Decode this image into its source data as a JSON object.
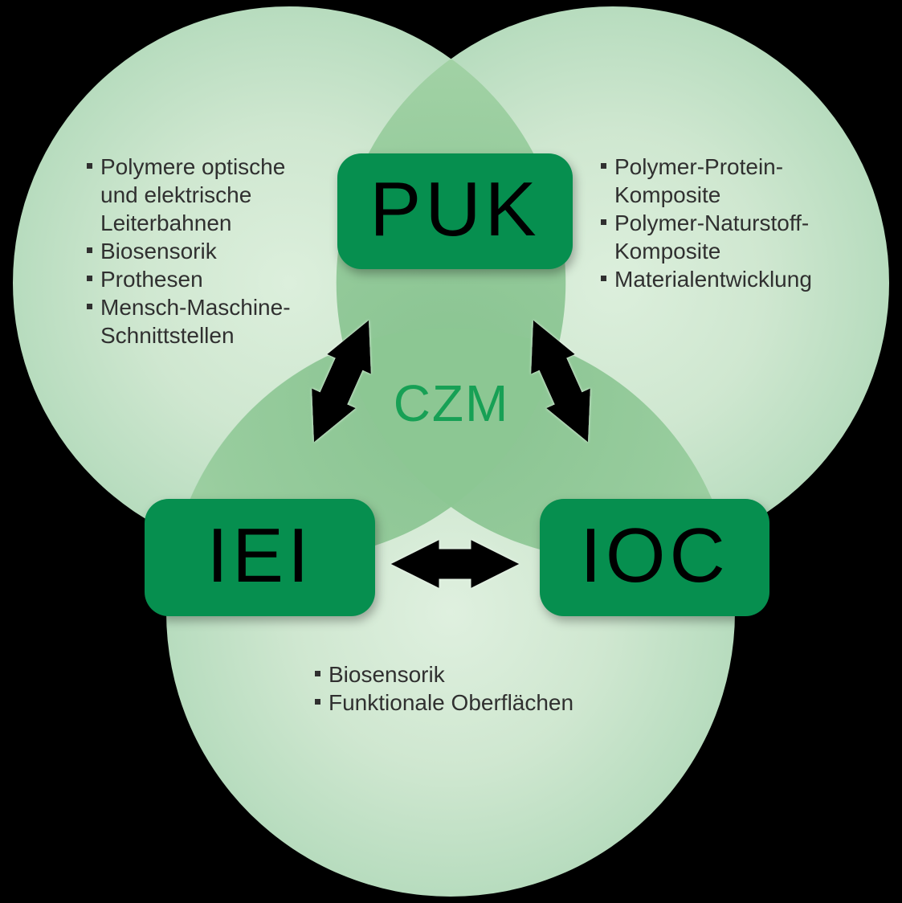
{
  "center_label": "CZM",
  "nodes": {
    "puk": {
      "label": "PUK"
    },
    "iei": {
      "label": "IEI"
    },
    "ioc": {
      "label": "IOC"
    }
  },
  "lists": {
    "top_left": {
      "items": [
        "Polymere optische und elektrische Leiterbahnen",
        "Biosensorik",
        "Prothesen",
        "Mensch-Maschine-Schnittstellen"
      ]
    },
    "top_right": {
      "items": [
        "Polymer-Protein-Komposite",
        "Polymer-Naturstoff-Komposite",
        "Materialentwicklung"
      ]
    },
    "bottom": {
      "items": [
        "Biosensorik",
        "Funktionale Oberflächen"
      ]
    }
  },
  "arrows": [
    {
      "from": "PUK",
      "to": "IEI",
      "style": "double-headed"
    },
    {
      "from": "PUK",
      "to": "IOC",
      "style": "double-headed"
    },
    {
      "from": "IEI",
      "to": "IOC",
      "style": "double-headed"
    }
  ],
  "colors": {
    "background": "#000000",
    "node_fill": "#068F4F",
    "node_text": "#000000",
    "center_text": "#17A055",
    "circle_inner": "#DCEFDC",
    "circle_edge": "#B7DCBE",
    "overlap_inner": "#88C390",
    "overlap_edge": "#AAD6AB",
    "core_fill": "#8CC793",
    "arrow_color": "#000000",
    "list_text": "#303030"
  }
}
